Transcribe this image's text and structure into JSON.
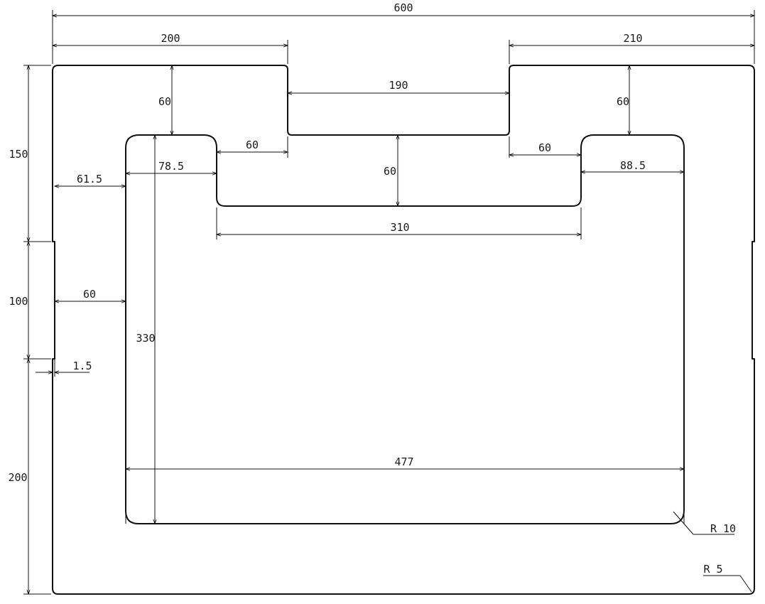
{
  "drawing": {
    "dimensions": {
      "overall_width": "600",
      "top_left_width": "200",
      "top_right_width": "210",
      "notch_width": "190",
      "left_notch_depth": "60",
      "right_notch_depth": "60",
      "left_step": "60",
      "right_step": "60",
      "center_depth": "60",
      "inner_left_flange": "78.5",
      "inner_right_flange": "88.5",
      "inner_notch_width": "310",
      "left_wall": "61.5",
      "left_wall_lower": "60",
      "left_recess": "1.5",
      "inner_height": "330",
      "inner_width": "477",
      "left_height_top": "150",
      "left_height_mid": "100",
      "left_height_bottom": "200",
      "inner_radius": "R 10",
      "outer_radius": "R 5"
    }
  }
}
